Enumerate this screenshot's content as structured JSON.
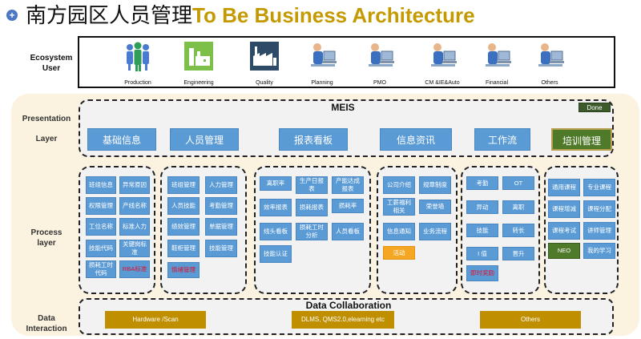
{
  "title": {
    "cn": "南方园区人员管理",
    "en": "To Be Business Architecture"
  },
  "row_labels": {
    "ecosystem": "Ecosystem\nUser",
    "presentation": "Presentation",
    "layer": "Layer",
    "process": "Process\nlayer",
    "data": "Data\nInteraction"
  },
  "ecosystem": [
    {
      "label": "Production",
      "icon": "team-icon"
    },
    {
      "label": "Engineering",
      "icon": "factory-icon"
    },
    {
      "label": "Quality",
      "icon": "plant-icon"
    },
    {
      "label": "Planning",
      "icon": "user-computer-icon"
    },
    {
      "label": "PMO",
      "icon": "user-computer-icon"
    },
    {
      "label": "CM &IE&Auto",
      "icon": "user-computer-icon"
    },
    {
      "label": "Financial",
      "icon": "user-computer-icon"
    },
    {
      "label": "Others",
      "icon": "user-computer-icon"
    }
  ],
  "meis": {
    "title": "MEIS",
    "done": "Done",
    "modules": [
      "基础信息",
      "人员管理",
      "报表看板",
      "信息资讯",
      "工作流",
      "培训管理"
    ]
  },
  "process": {
    "g1": [
      "班组信息",
      "异常原因",
      "权限管理",
      "产线名称",
      "工位名称",
      "标准人力",
      "技能代码",
      "关键岗标准",
      "损耗工时代码",
      "RBA标准"
    ],
    "g2": [
      "班组管理",
      "人力管理",
      "人员技能",
      "考勤管理",
      "绩效管理",
      "单据管理",
      "鞋柜管理",
      "技能管理",
      "情绪管理"
    ],
    "g3": [
      "离职率",
      "生产日报表",
      "产能达成报表",
      "效率报表",
      "损耗报表",
      "损耗率",
      "线头看板",
      "损耗工时分析",
      "人员看板",
      "技能认证"
    ],
    "g4": [
      "公司介绍",
      "规章制度",
      "工薪福利相关",
      "荣誉墙",
      "信息通知",
      "业务流程",
      "活动"
    ],
    "g5": [
      "考勤",
      "OT",
      "异动",
      "离职",
      "技能",
      "转长",
      "I 值",
      "晋升",
      "即时奖励"
    ],
    "g6": [
      "通用课程",
      "专业课程",
      "课程增减",
      "课程分配",
      "课程考试",
      "讲师管理",
      "NEO",
      "我的学习"
    ]
  },
  "data_collab": {
    "title": "Data Collaboration",
    "items": [
      "Hardware /Scan",
      "DLMS, QMS2.0,elearning etc",
      "Others"
    ]
  },
  "colors": {
    "cell_blue": "#5b9bd5",
    "gold": "#bf8f00",
    "accent_green": "#4f7a2a",
    "orange": "#f5a623",
    "warning_red": "#e0102a"
  }
}
